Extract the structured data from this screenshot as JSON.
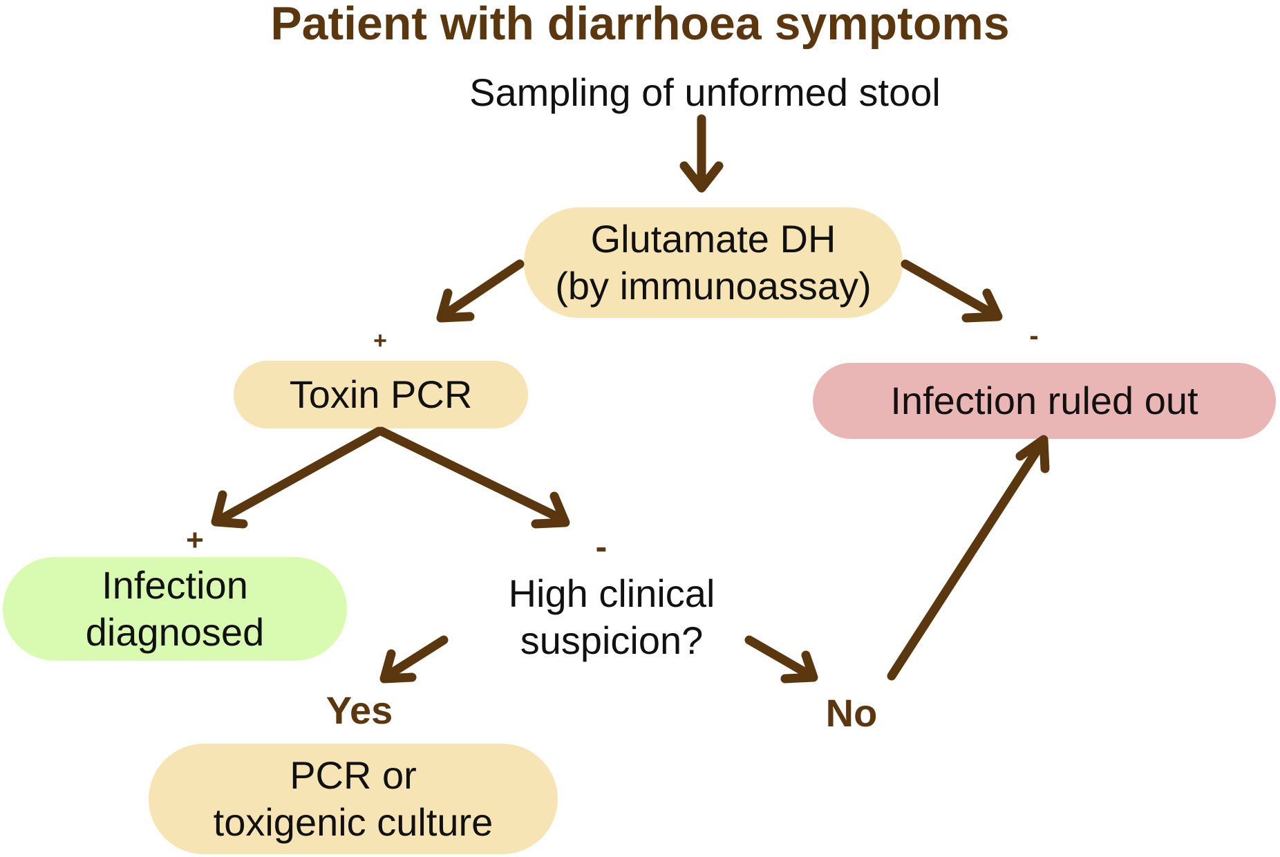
{
  "title": "Patient with diarrhoea symptoms",
  "colors": {
    "arrow": "#5b3710",
    "title": "#5b3710",
    "test_node": "#f6e4b4",
    "negative_node": "#e9b5b5",
    "positive_node": "#d9fab1"
  },
  "nodes": {
    "sampling": "Sampling of unformed stool",
    "gdh": {
      "line1": "Glutamate DH",
      "line2": "(by immunoassay)"
    },
    "toxin_pcr": "Toxin PCR",
    "ruled_out": "Infection ruled out",
    "diagnosed": {
      "line1": "Infection",
      "line2": "diagnosed"
    },
    "suspicion": {
      "line1": "High clinical",
      "line2": "suspicion?"
    },
    "culture": {
      "line1": "PCR or",
      "line2": "toxigenic culture"
    }
  },
  "labels": {
    "gdh_positive": "+",
    "gdh_negative": "-",
    "pcr_positive": "+",
    "pcr_negative": "-",
    "yes": "Yes",
    "no": "No"
  }
}
